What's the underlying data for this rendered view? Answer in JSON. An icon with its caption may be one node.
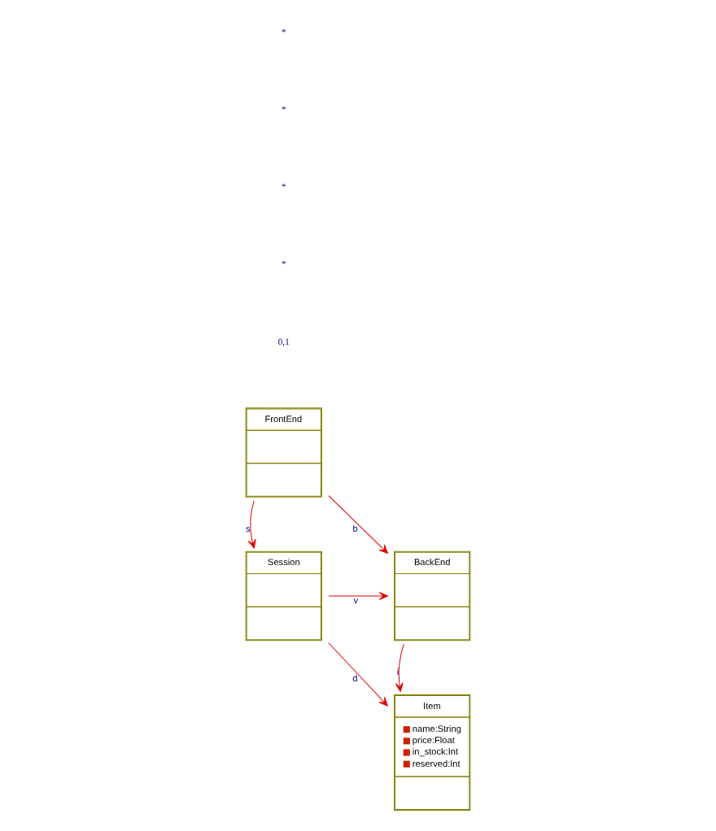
{
  "diagram": {
    "nodes": [
      {
        "text": [
          "FrontEnd"
        ]
      },
      {
        "text": [
          "BackEnd"
        ]
      },
      {
        "text": [
          "Session"
        ]
      },
      {
        "text": [
          "Item",
          "name:String",
          "price:Float",
          "in_stock:Int",
          "reserved:Int"
        ]
      }
    ],
    "edges": [
      {
        "from": 0,
        "to": 1,
        "arrow": "to",
        "label": "b"
      },
      {
        "from": 2,
        "to": 1,
        "arrow": "to",
        "label": "v"
      },
      {
        "from": 0,
        "to": 2,
        "arrow": "to",
        "label": "s"
      },
      {
        "from": 1,
        "to": 3,
        "arrow": "to",
        "label": "i"
      },
      {
        "from": 2,
        "to": 3,
        "arrow": "to",
        "label": "d"
      }
    ],
    "labels": [
      "0,1",
      "*",
      "*",
      "*",
      "*"
    ]
  }
}
